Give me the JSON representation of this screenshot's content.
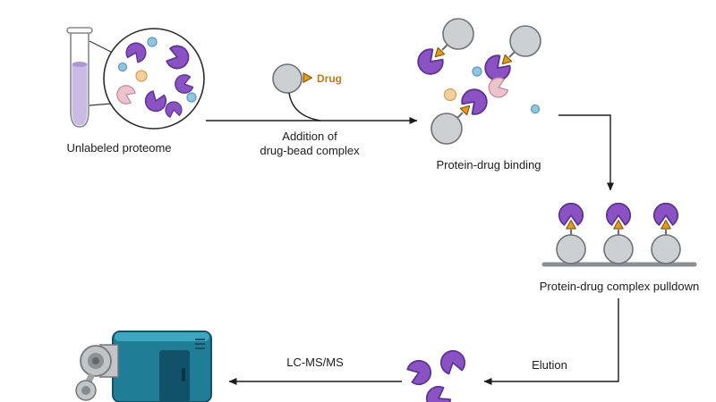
{
  "diagram": {
    "labels": {
      "proteome": "Unlabeled proteome",
      "drug": "Drug",
      "addition_1": "Addition of",
      "addition_2": "drug-bead complex",
      "binding": "Protein-drug binding",
      "pulldown": "Protein-drug complex pulldown",
      "elution": "Elution",
      "lcms": "LC-MS/MS"
    },
    "colors": {
      "text_color": "#1c1c1e",
      "arrow_color": "#1c1c1e",
      "protein_purple": "#8a52c2",
      "protein_purple_dark": "#5d3493",
      "dot_pink": "#ecc2cd",
      "dot_pink_dark": "#c08ba0",
      "dot_peach": "#f4cf9f",
      "dot_peach_dark": "#d5a25c",
      "dot_blue": "#93c6de",
      "dot_blue_dark": "#5e9dbd",
      "bead_gray": "#cdd0d2",
      "bead_dark": "#6e7276",
      "drug_orange": "#e59a1e",
      "drug_orange_dark": "#8a5c0d",
      "drug_text": "#bc7e14",
      "tube_lavender": "#c9bbe4",
      "tube_lavender_dark": "#ab97d1",
      "tube_outline": "#85898e",
      "surface_gray": "#8b8f93",
      "instr_teal": "#1f7e96",
      "instr_teal_dark": "#11526a",
      "instr_teal_light": "#3fa6bf",
      "instr_gray": "#c2c5c7",
      "instr_gray_dark": "#73777a"
    }
  }
}
